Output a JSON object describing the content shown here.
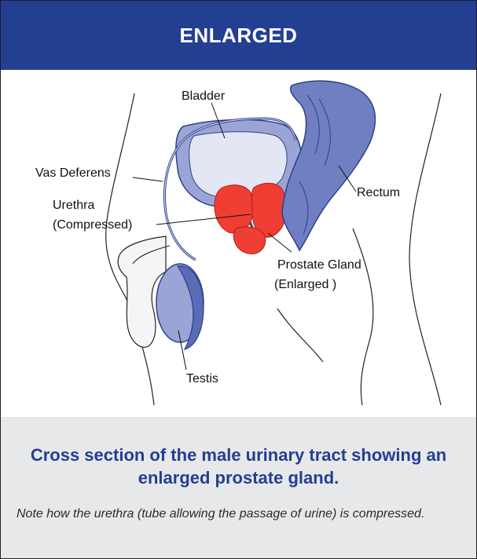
{
  "header": {
    "title": "ENLARGED"
  },
  "diagram": {
    "labels": {
      "bladder": "Bladder",
      "vas_deferens": "Vas Deferens",
      "urethra_line1": "Urethra",
      "urethra_line2": "(Compressed)",
      "rectum": "Rectum",
      "prostate_line1": "Prostate Gland",
      "prostate_line2": "(Enlarged )",
      "testis": "Testis"
    },
    "colors": {
      "header_bg": "#233f91",
      "organ_blue": "#7f8fc8",
      "organ_blue_dark": "#5a6cb5",
      "bladder_interior": "#e3e6f3",
      "prostate_red": "#ef3e33",
      "caption_bg": "#e7e8ea"
    }
  },
  "caption": {
    "title": "Cross section of the male urinary tract showing an enlarged prostate gland.",
    "note": "Note how the urethra (tube allowing the passage of urine) is compressed."
  }
}
